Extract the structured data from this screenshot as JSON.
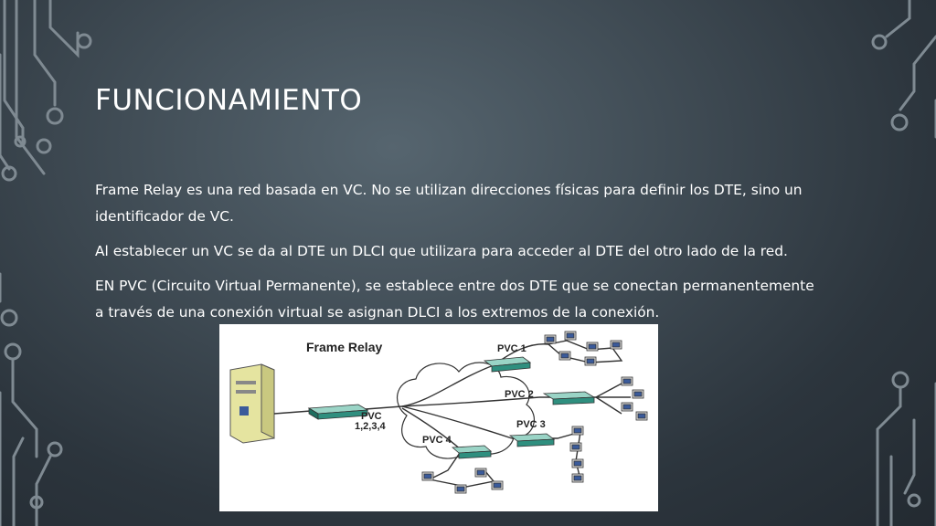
{
  "slide": {
    "title": "FUNCIONAMIENTO",
    "paragraphs": [
      "Frame Relay es una red basada en VC. No se utilizan direcciones físicas para definir los DTE, sino un identificador de VC.",
      "Al establecer un VC se da al DTE un DLCI que utilizara para acceder al DTE del otro lado de la red.",
      "EN PVC (Circuito Virtual Permanente), se establece entre dos DTE que se conectan permanentemente a través de una conexión virtual se asignan DLCI a los extremos de la conexión."
    ]
  },
  "diagram": {
    "title": "Frame Relay",
    "source_label_line1": "PVC",
    "source_label_line2": "1,2,3,4",
    "pvc_labels": [
      "PVC 1",
      "PVC 2",
      "PVC 3",
      "PVC 4"
    ]
  },
  "colors": {
    "background": "#414d56",
    "text": "#ffffff",
    "circuit_lines": "#7f8a92",
    "router": "#2f8f7f",
    "server": "#e5e4a0"
  }
}
